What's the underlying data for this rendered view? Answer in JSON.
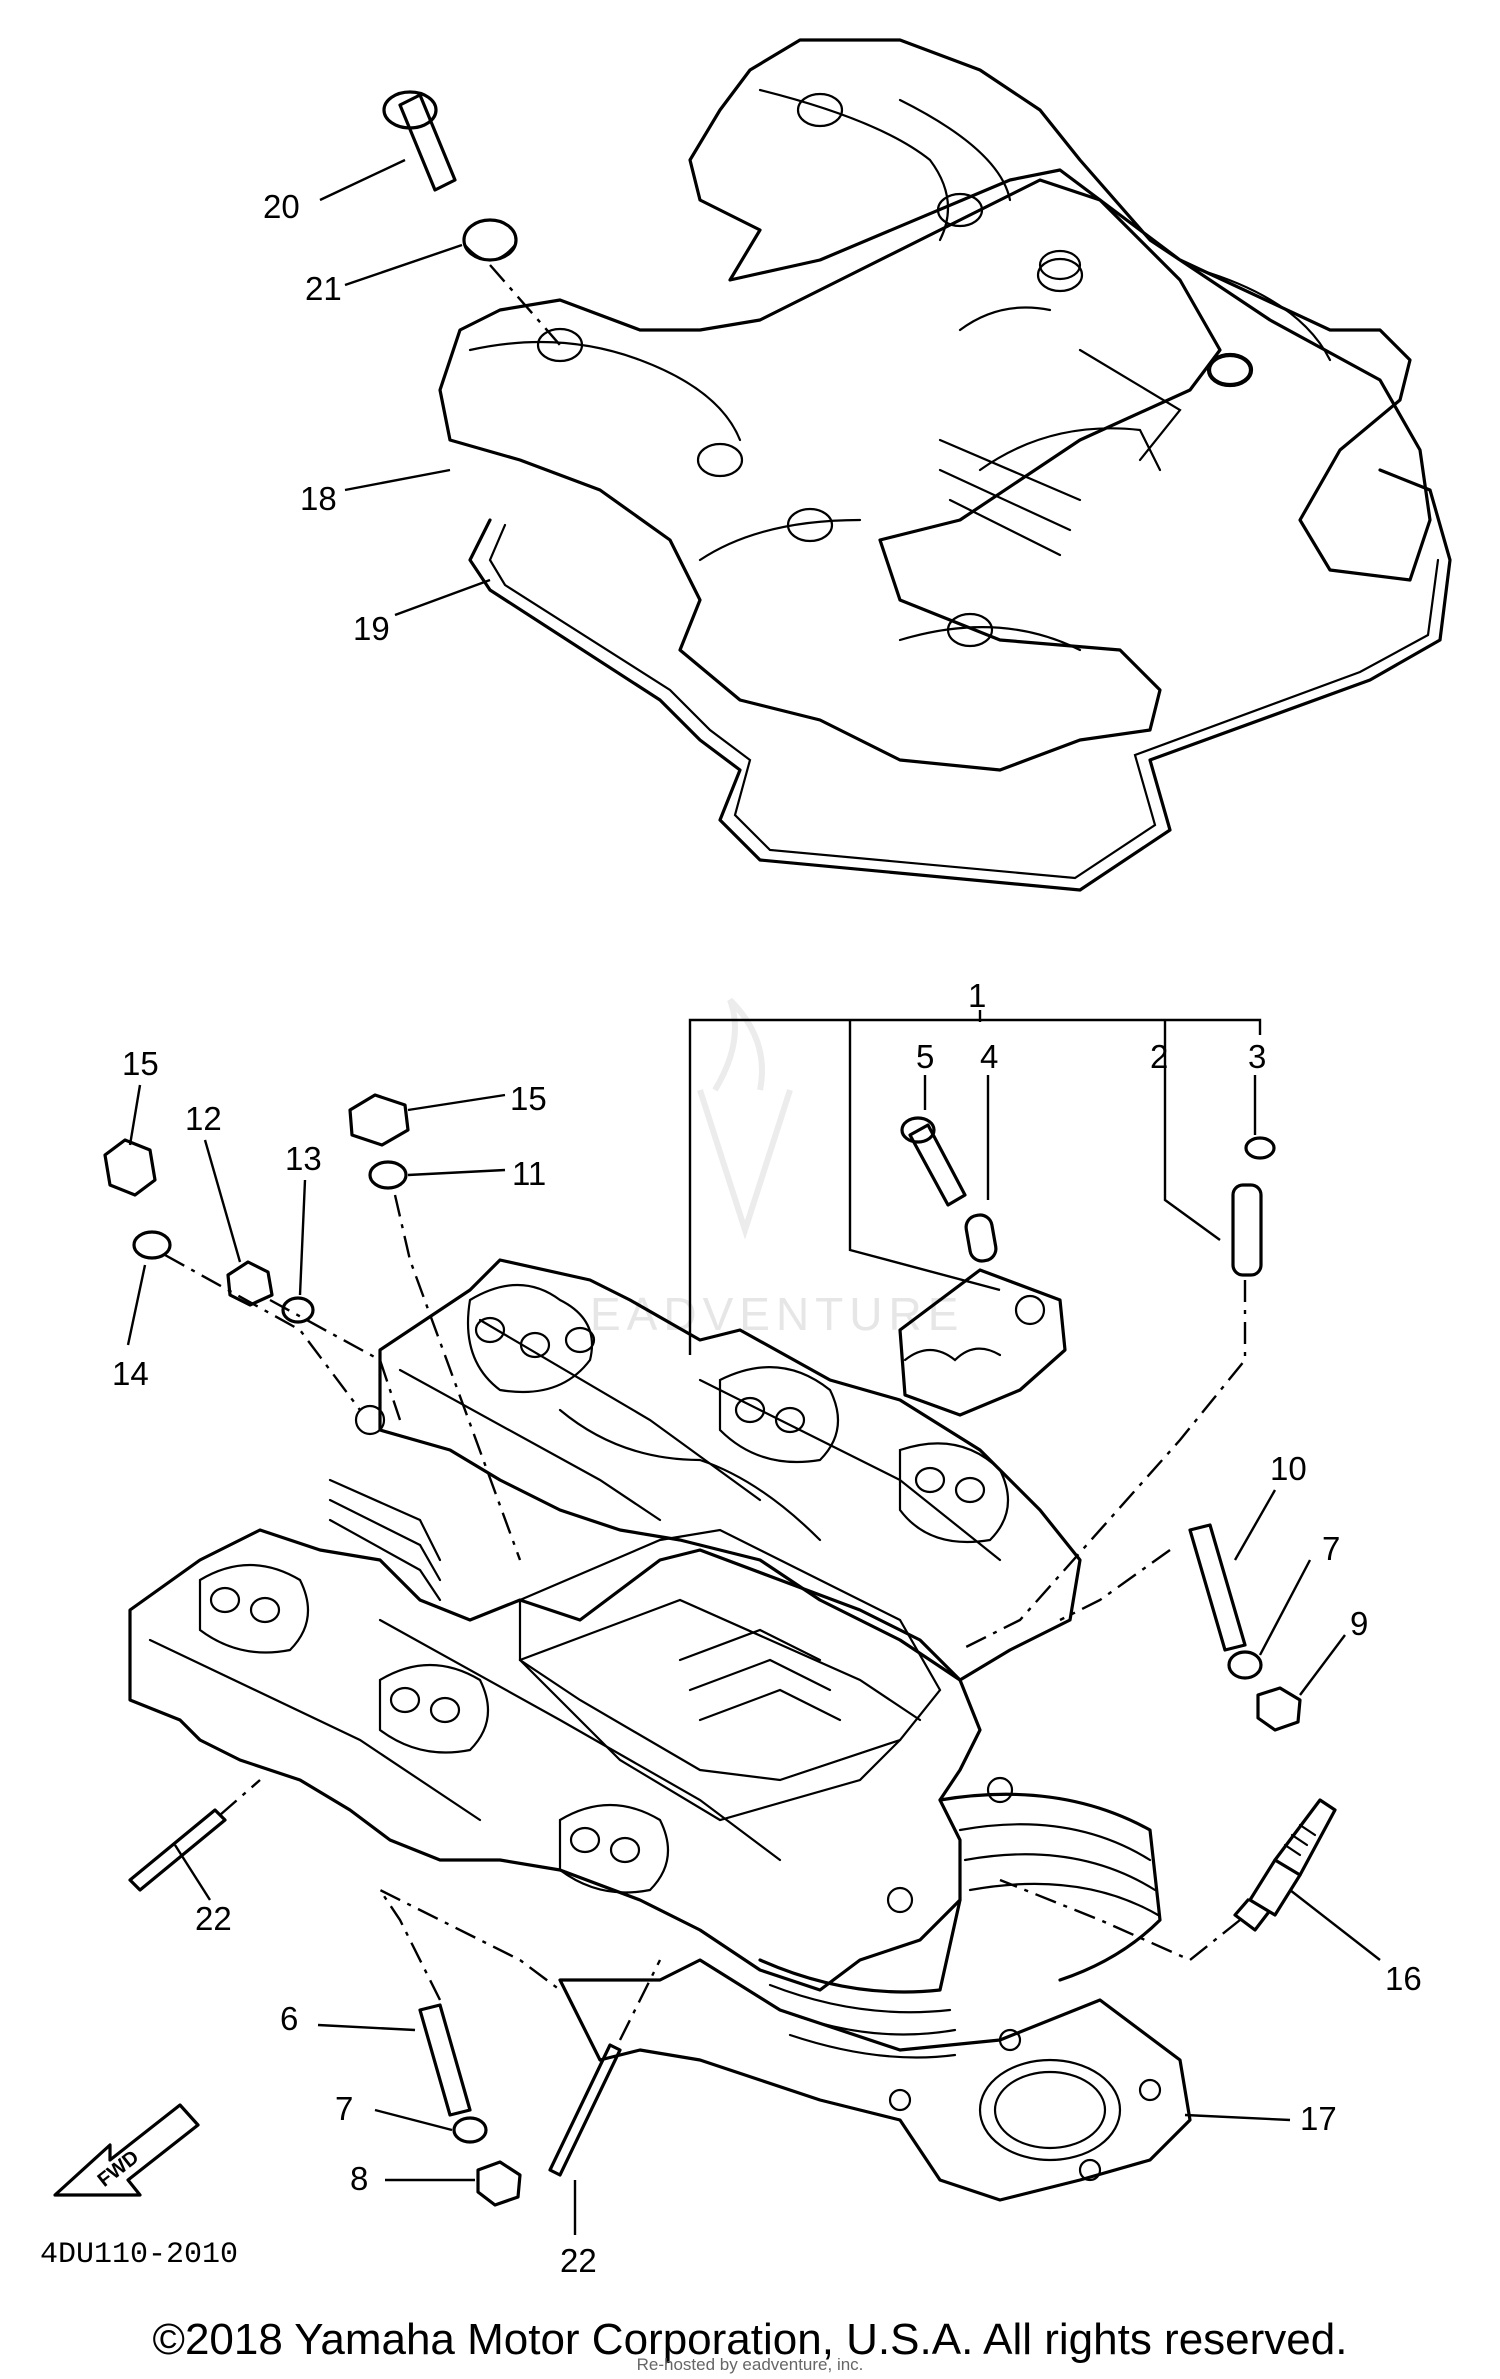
{
  "diagram": {
    "document_code": "4DU110-2010",
    "forward_marker": "FWD",
    "watermark_text": "EADVENTURE",
    "callouts": {
      "c20": "20",
      "c21": "21",
      "c18": "18",
      "c19": "19",
      "c1": "1",
      "c5": "5",
      "c4": "4",
      "c2": "2",
      "c3": "3",
      "c15a": "15",
      "c15b": "15",
      "c12": "12",
      "c13": "13",
      "c11": "11",
      "c14": "14",
      "c10": "10",
      "c7a": "7",
      "c9": "9",
      "c22a": "22",
      "c16": "16",
      "c6": "6",
      "c7b": "7",
      "c8": "8",
      "c17": "17",
      "c22b": "22"
    }
  },
  "footer": {
    "copyright": "©2018 Yamaha Motor Corporation, U.S.A. All rights reserved.",
    "rehost": "Re-hosted by eadventure, inc."
  }
}
